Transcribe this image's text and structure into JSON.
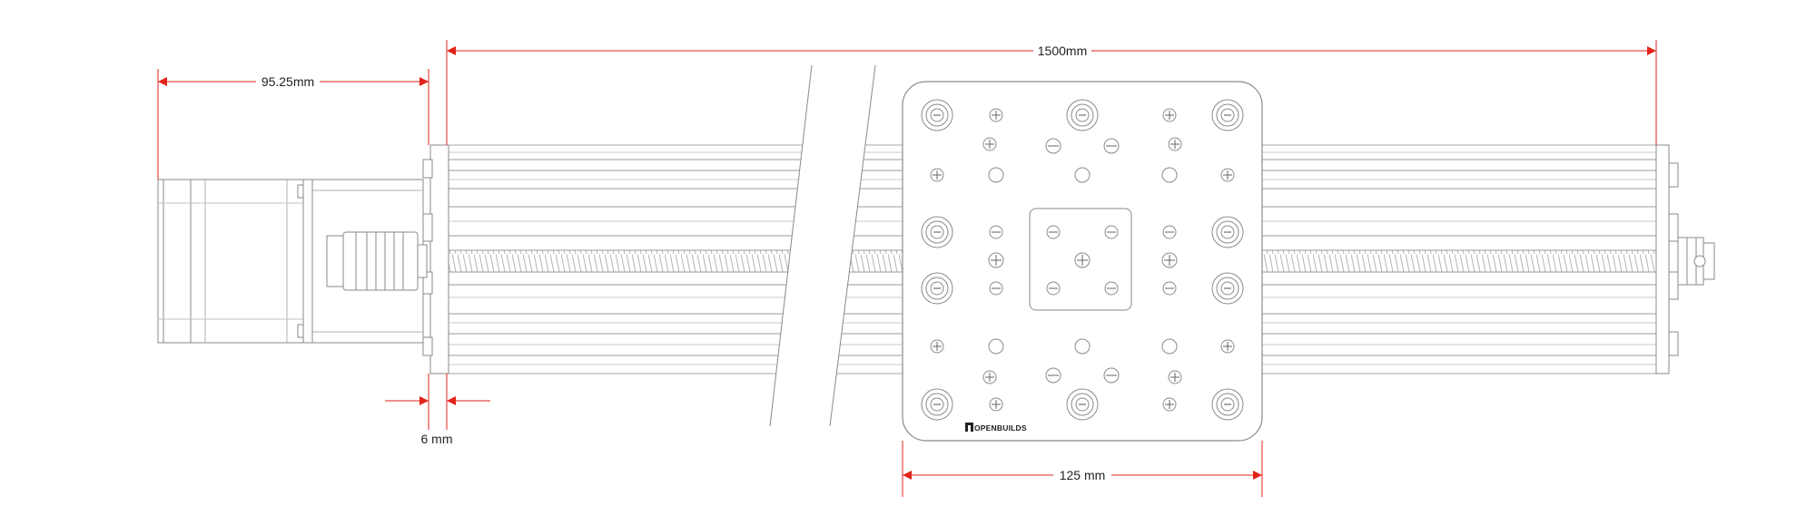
{
  "dimensions": {
    "total_length": "1500mm",
    "motor_length": "95.25mm",
    "end_plate": "6 mm",
    "gantry_plate": "125 mm"
  },
  "logo": {
    "text": "OPENBUILDS"
  },
  "colors": {
    "dimension_line": "#e2231a",
    "outline": "#8a8a8a",
    "light_outline": "#c2c2c2",
    "background": "#ffffff"
  }
}
